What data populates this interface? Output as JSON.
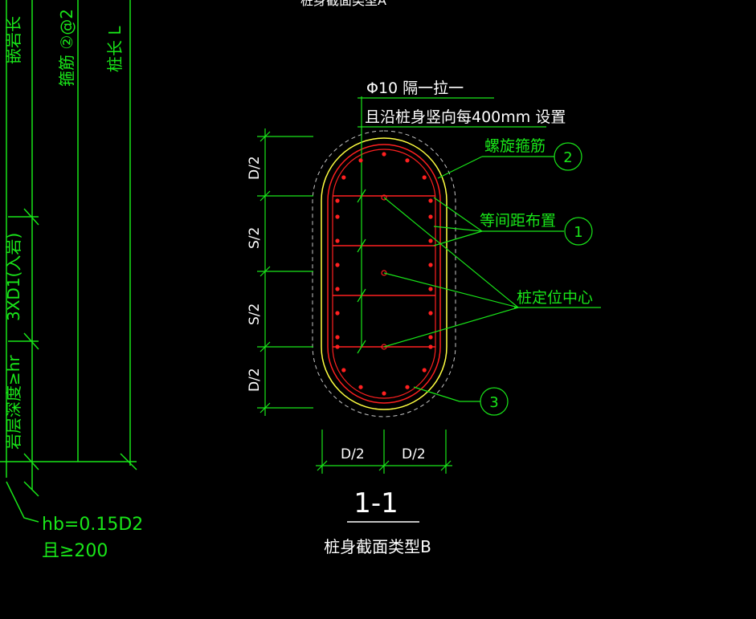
{
  "colors": {
    "background": "#000000",
    "line_green": "#19e619",
    "rebar_red": "#ff2020",
    "outline_yellow": "#ffff40",
    "text_white": "#ffffff",
    "dashed_gray": "#c8c8c8"
  },
  "title_top_partial": "桩身截面类型A",
  "left_table": {
    "col1_top": "嵌岩长",
    "col1_mid": "3XD1(入岩)",
    "col1_bottom": "岩层深度≥hr",
    "col2": "箍筋 ②@2",
    "col3": "桩长 L",
    "hb_line1": "hb=0.15D2",
    "hb_line2": "且≥200"
  },
  "section": {
    "note_line1": "Φ10 隔一拉一",
    "note_line2": "且沿桩身竖向每400mm 设置",
    "spiral_label": "螺旋箍筋",
    "equal_spacing_label": "等间距布置",
    "pile_center_label": "桩定位中心",
    "callout_1": "1",
    "callout_2": "2",
    "callout_3": "3",
    "dim_top": "D/2",
    "dim_s1": "S/2",
    "dim_s2": "S/2",
    "dim_bottom": "D/2",
    "dim_left": "D/2",
    "dim_right": "D/2",
    "section_mark": "1-1",
    "section_title": "桩身截面类型B"
  }
}
